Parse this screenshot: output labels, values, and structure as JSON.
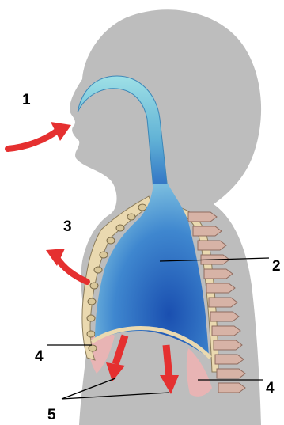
{
  "labels": {
    "l1": "1",
    "l2": "2",
    "l3": "3",
    "l4a": "4",
    "l4b": "4",
    "l5": "5"
  },
  "colors": {
    "silhouette": "#bdbdbd",
    "airway_top": "#8fd6e0",
    "lung_deep": "#1f55b3",
    "rib_cage": "#ead9b0",
    "vertebrae": "#d7b3a6",
    "pleura_pink": "#e8b4b4",
    "arrow_red": "#e53030"
  }
}
